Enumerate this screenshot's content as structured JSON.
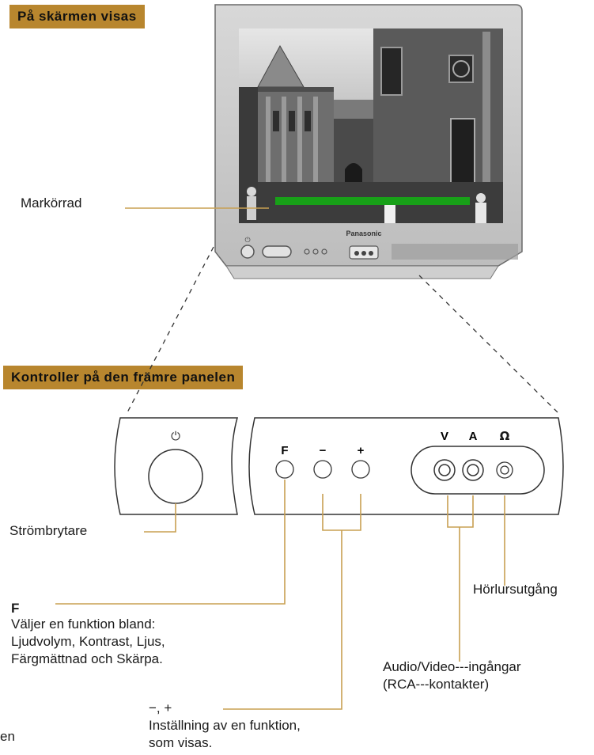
{
  "banners": {
    "screen": "På skärmen visas",
    "controls": "Kontroller på den främre panelen"
  },
  "tv": {
    "brand": "Panasonic"
  },
  "labels": {
    "cursor_row": "Markörrad",
    "power_switch": "Strömbrytare",
    "headphone_out": "Hörlursutgång",
    "f_title": "F",
    "f_desc_1": "Väljer en funktion bland:",
    "f_desc_2": "Ljudvolym, Kontrast, Ljus,",
    "f_desc_3": "Färgmättnad och Skärpa.",
    "av_title": "Audio/Video---ingångar",
    "av_sub": "(RCA---kontakter)",
    "pm_title": "−, +",
    "pm_desc_1": "Inställning av en funktion,",
    "pm_desc_2": "som visas.",
    "edge_fragment": "en"
  },
  "panel": {
    "btn_f": "F",
    "btn_minus": "−",
    "btn_plus": "+",
    "jack_v": "V",
    "jack_a": "A",
    "headphone_glyph": "Ω"
  },
  "colors": {
    "banner": "#b8862e",
    "leader": "#c8a052",
    "cursor_bar": "#18a018"
  }
}
